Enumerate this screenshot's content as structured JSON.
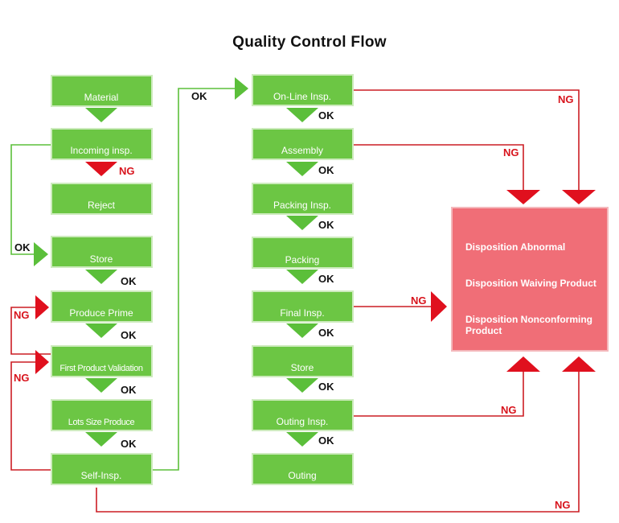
{
  "title": "Quality Control Flow",
  "left_column": {
    "material": "Material",
    "incoming": "Incoming insp.",
    "reject": "Reject",
    "store": "Store",
    "produce_prime": "Produce Prime",
    "first_product": "First Product Validation",
    "lots_size": "Lots Size Produce",
    "self_insp": "Self-Insp."
  },
  "middle_column": {
    "online_insp": "On-Line Insp.",
    "assembly": "Assembly",
    "packing_insp": "Packing Insp.",
    "packing": "Packing",
    "final_insp": "Final Insp.",
    "store": "Store",
    "outing_insp": "Outing Insp.",
    "outing": "Outing"
  },
  "disposition": {
    "line1": "Disposition Abnormal",
    "line2": "Disposition Waiving Product",
    "line3a": "Disposition Nonconforming",
    "line3b": "Product"
  },
  "labels": {
    "ok": "OK",
    "ng": "NG"
  },
  "colors": {
    "box_green": "#6cc644",
    "arrow_green": "#5bbf3a",
    "line_red": "#cc1d24",
    "arrow_red": "#e0101e",
    "disposition_pink": "#f06e77",
    "ng_text": "#d8141d"
  }
}
